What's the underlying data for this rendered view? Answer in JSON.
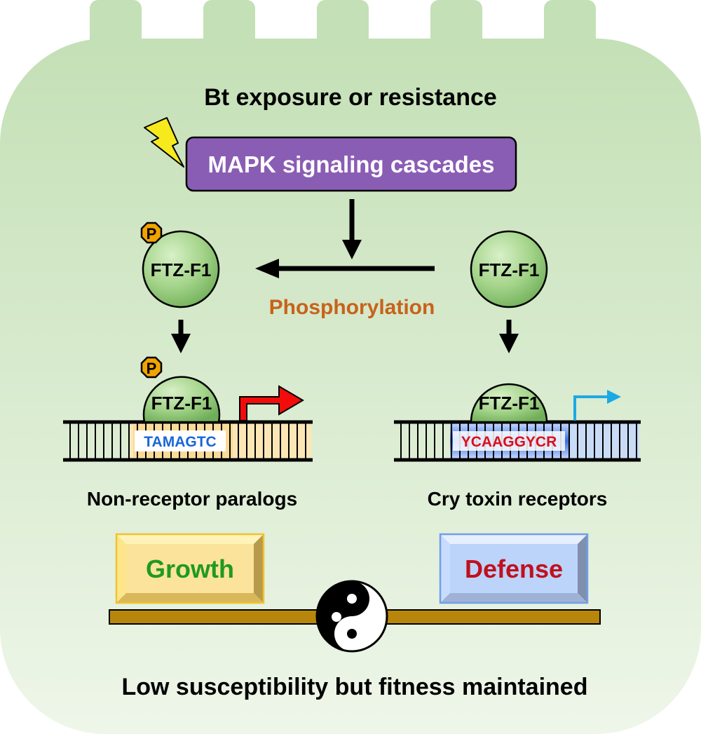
{
  "title": "Bt exposure or resistance",
  "mapk_box": {
    "label": "MAPK signaling cascades"
  },
  "phosphorylation_label": "Phosphorylation",
  "ftz_label": "FTZ-F1",
  "phospho_label": "P",
  "left_motif": "TAMAGTC",
  "right_motif": "YCAAGGYCR",
  "left_caption": "Non-receptor paralogs",
  "right_caption": "Cry toxin receptors",
  "growth_label": "Growth",
  "defense_label": "Defense",
  "conclusion": "Low susceptibility but fitness maintained",
  "colors": {
    "background_top": "#c5e1b8",
    "background_bottom": "#edf5e8",
    "mapk_purple": "#8a5db5",
    "phospho_orange": "#f1a300",
    "phosphorylation_text": "#c8621a",
    "ftz_green": "#9ccf84",
    "left_motif_text": "#1a66d6",
    "right_motif_text": "#d8101e",
    "growth_text": "#1f9a1f",
    "defense_text": "#c0101e",
    "left_arrow": "#f20c0c",
    "right_arrow": "#1ba9e6",
    "beam": "#b8860b"
  }
}
